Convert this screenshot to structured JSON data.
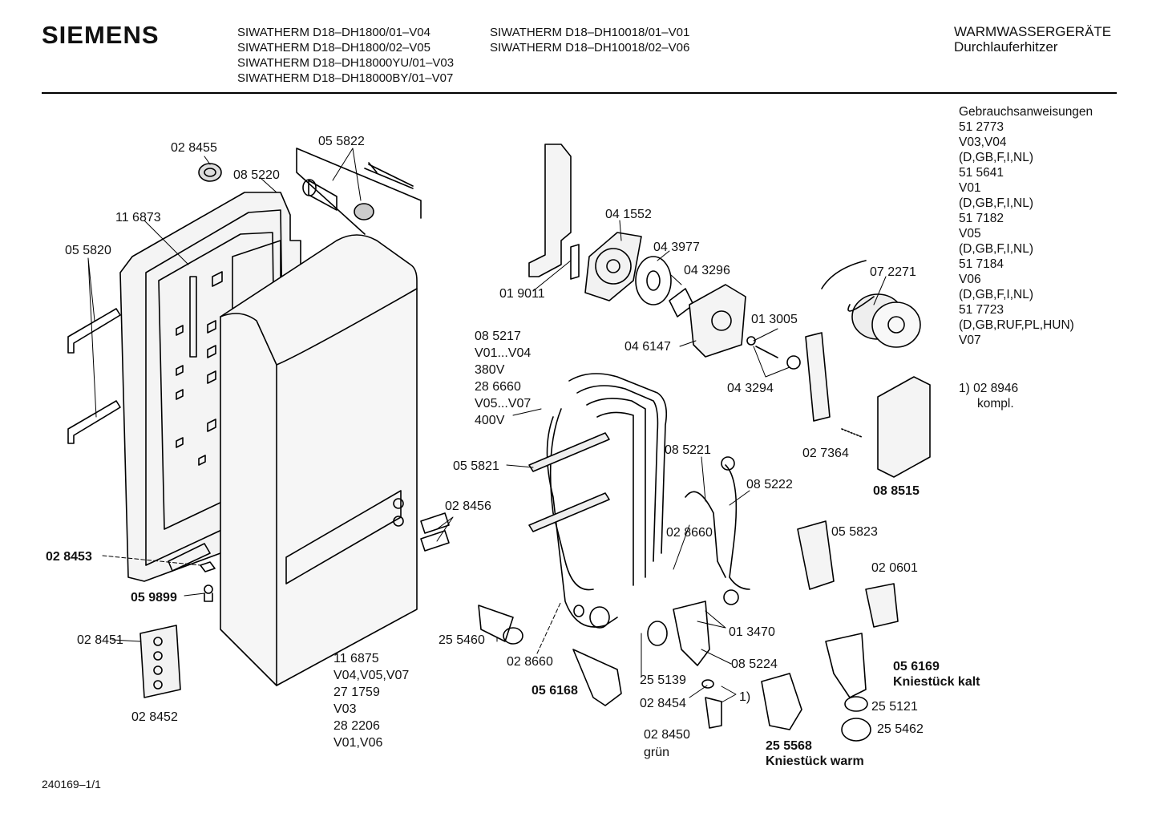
{
  "header": {
    "brand": "SIEMENS",
    "models_col1": [
      "SIWATHERM D18–DH1800/01–V04",
      "SIWATHERM D18–DH1800/02–V05",
      "SIWATHERM D18–DH18000YU/01–V03",
      "SIWATHERM D18–DH18000BY/01–V07"
    ],
    "models_col2": [
      "SIWATHERM D18–DH10018/01–V01",
      "SIWATHERM D18–DH10018/02–V06"
    ],
    "category": "WARMWASSERGERÄTE",
    "subcategory": "Durchlauferhitzer"
  },
  "instructions": {
    "title": "Gebrauchsanweisungen",
    "lines": [
      "51 2773",
      "V03,V04",
      "(D,GB,F,I,NL)",
      "51 5641",
      "V01",
      "(D,GB,F,I,NL)",
      "51 7182",
      "V05",
      "(D,GB,F,I,NL)",
      "51 7184",
      "V06",
      "(D,GB,F,I,NL)",
      "51 7723",
      "(D,GB,RUF,PL,HUN)",
      "V07"
    ]
  },
  "footnote": {
    "line1": "1)  02 8946",
    "line2": "kompl."
  },
  "parts": {
    "p028455": "02 8455",
    "p055822": "05 5822",
    "p085220": "08 5220",
    "p116873": "11 6873",
    "p055820": "05 5820",
    "p041552": "04 1552",
    "p043977": "04 3977",
    "p043296": "04 3296",
    "p019011": "01 9011",
    "p013005": "01 3005",
    "p046147": "04 6147",
    "p043294": "04 3294",
    "p072271": "07 2271",
    "p027364": "02 7364",
    "p088515": "08 8515",
    "heater_1": "08 5217",
    "heater_2": "V01...V04",
    "heater_3": "380V",
    "heater_4": "28 6660",
    "heater_5": "V05...V07",
    "heater_6": "400V",
    "p055821": "05 5821",
    "p085221": "08 5221",
    "p085222": "08 5222",
    "p028456": "02 8456",
    "p028660a": "02 8660",
    "p055823": "05 5823",
    "p020601": "02 0601",
    "p028453": "02 8453",
    "p059899": "05 9899",
    "p013470": "01 3470",
    "p028451": "02 8451",
    "p255460": "25 5460",
    "p028660b": "02 8660",
    "p085224": "08 5224",
    "p056169": "05 6169",
    "kalt": "Kniestück kalt",
    "cover_1": "11 6875",
    "cover_2": "V04,V05,V07",
    "cover_3": "27 1759",
    "cover_4": "V03",
    "cover_5": "28 2206",
    "cover_6": "V01,V06",
    "p255139": "25 5139",
    "p056168": "05 6168",
    "p028454": "02 8454",
    "one": "1)",
    "p255121": "25 5121",
    "p028452": "02 8452",
    "p028450": "02 8450",
    "gruen": "grün",
    "p255568": "25 5568",
    "warm": "Kniestück warm",
    "p255462": "25 5462"
  },
  "doc_number": "240169–1/1"
}
